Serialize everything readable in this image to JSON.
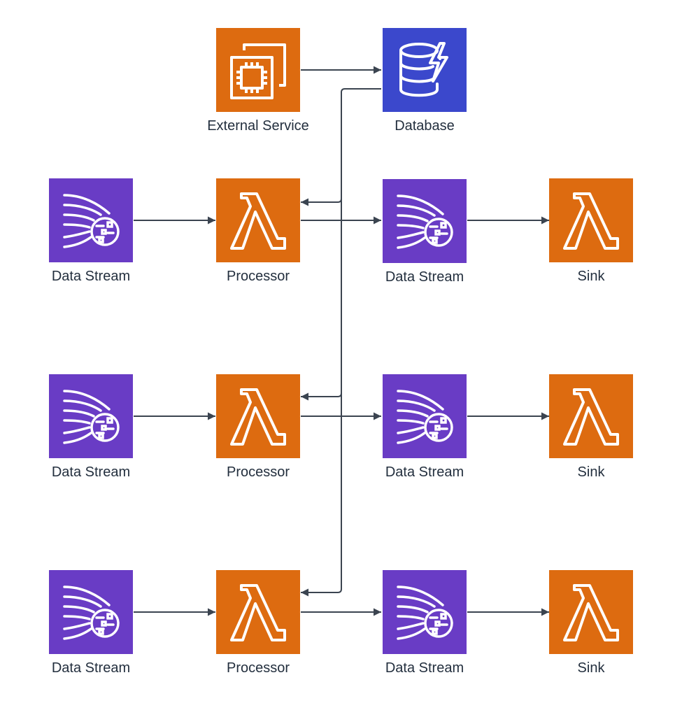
{
  "colors": {
    "compute": "#dd6b10",
    "analytics": "#693cc5",
    "database": "#3b48cc",
    "arrow": "#3b4450",
    "icon": "#ffffff"
  },
  "nodes": {
    "external_service": {
      "label": "External Service",
      "icon": "ec2-icon"
    },
    "database": {
      "label": "Database",
      "icon": "dynamodb-icon"
    },
    "row1": {
      "source": {
        "label": "Data Stream",
        "icon": "kinesis-data-stream-icon"
      },
      "processor": {
        "label": "Processor",
        "icon": "lambda-icon"
      },
      "output": {
        "label": "Data Stream",
        "icon": "kinesis-data-stream-icon"
      },
      "sink": {
        "label": "Sink",
        "icon": "lambda-icon"
      }
    },
    "row2": {
      "source": {
        "label": "Data Stream",
        "icon": "kinesis-data-stream-icon"
      },
      "processor": {
        "label": "Processor",
        "icon": "lambda-icon"
      },
      "output": {
        "label": "Data Stream",
        "icon": "kinesis-data-stream-icon"
      },
      "sink": {
        "label": "Sink",
        "icon": "lambda-icon"
      }
    },
    "row3": {
      "source": {
        "label": "Data Stream",
        "icon": "kinesis-data-stream-icon"
      },
      "processor": {
        "label": "Processor",
        "icon": "lambda-icon"
      },
      "output": {
        "label": "Data Stream",
        "icon": "kinesis-data-stream-icon"
      },
      "sink": {
        "label": "Sink",
        "icon": "lambda-icon"
      }
    }
  }
}
